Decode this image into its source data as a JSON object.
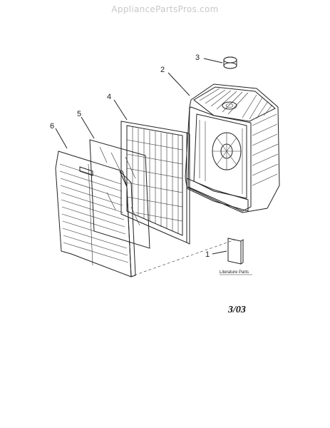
{
  "watermark": "AppliancePartsPros.com",
  "callouts": {
    "c1": "1",
    "c2": "2",
    "c3": "3",
    "c4": "4",
    "c5": "5",
    "c6": "6"
  },
  "literature_label": "Literature Parts",
  "date_code": "3/03"
}
